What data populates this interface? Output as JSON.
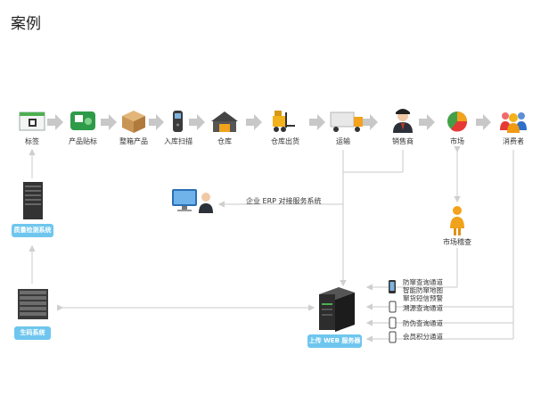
{
  "heading": "案例",
  "flow_steps": [
    {
      "id": "label",
      "label": "标签",
      "icon": "label-icon"
    },
    {
      "id": "product-sticker",
      "label": "产品贴标",
      "icon": "product-sticker-icon"
    },
    {
      "id": "boxed-product",
      "label": "整箱产品",
      "icon": "carton-box-icon"
    },
    {
      "id": "inbound-scan",
      "label": "入库扫描",
      "icon": "handheld-scanner-icon"
    },
    {
      "id": "warehouse",
      "label": "仓库",
      "icon": "warehouse-icon"
    },
    {
      "id": "warehouse-out",
      "label": "仓库出货",
      "icon": "forklift-icon"
    },
    {
      "id": "transport",
      "label": "运输",
      "icon": "truck-icon"
    },
    {
      "id": "dealer",
      "label": "销售商",
      "icon": "businessman-icon"
    },
    {
      "id": "market",
      "label": "市场",
      "icon": "pie-chart-icon"
    },
    {
      "id": "consumer",
      "label": "消费者",
      "icon": "people-group-icon"
    }
  ],
  "erp_label": "企业 ERP 对接服务系统",
  "quality_system": "质量检测系统",
  "code_system": "生码系统",
  "market_check": "市场稽查",
  "web_server": "上传 WEB 服务器",
  "channels": [
    {
      "id": "anti-fleeing",
      "lines": [
        "防窜查询通道",
        "智能防窜地图",
        "窜货短信预警"
      ],
      "icon": "smartphone-icon"
    },
    {
      "id": "trace",
      "lines": [
        "溯源查询通道"
      ],
      "icon": "phone-outline-icon"
    },
    {
      "id": "anti-fake",
      "lines": [
        "防伪查询通道"
      ],
      "icon": "phone-outline-icon"
    },
    {
      "id": "points",
      "lines": [
        "会员积分通道"
      ],
      "icon": "phone-outline-icon"
    }
  ],
  "colors": {
    "arrow": "#c8c8c8",
    "line": "#d3d3d3",
    "badge": "#6ec6ee",
    "accent_orange": "#f3a21b"
  }
}
